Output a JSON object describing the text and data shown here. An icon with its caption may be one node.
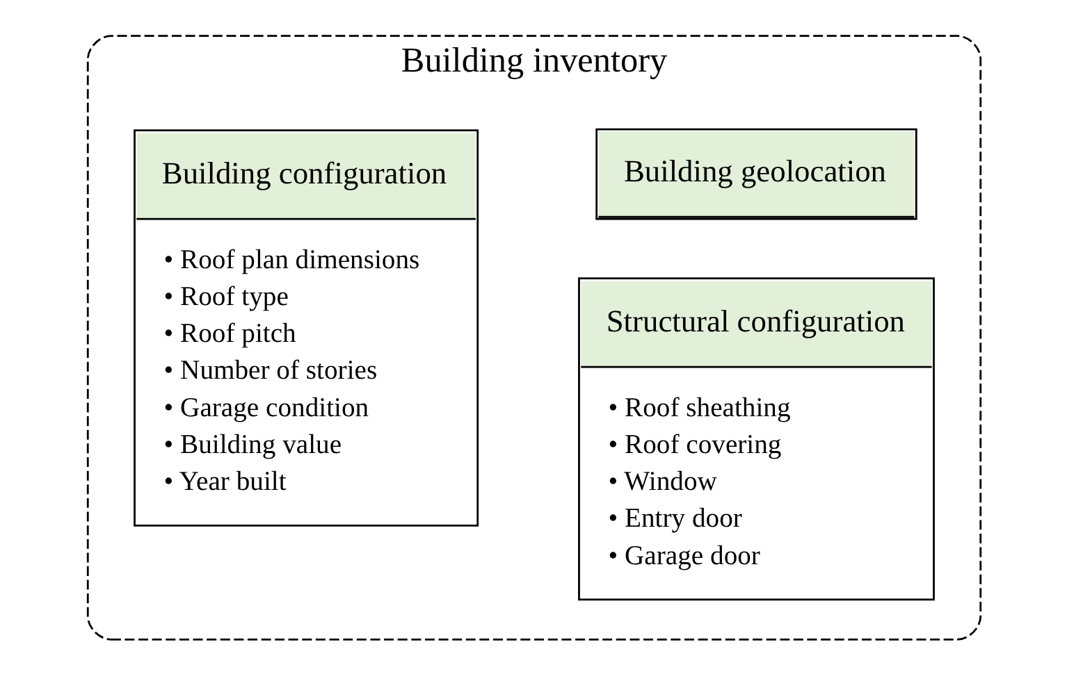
{
  "diagram": {
    "nodes": [
      {
        "text": [
          "Building inventory"
        ]
      },
      {
        "text": [
          "Building configuration",
          "• Roof plan dimensions",
          "• Roof type",
          "• Roof pitch",
          "• Number of stories",
          "• Garage condition",
          "• Building value",
          "• Year built"
        ],
        "in": 0
      },
      {
        "text": [
          "Building geolocation"
        ],
        "in": 0
      },
      {
        "text": [
          "Structural configuration",
          "• Roof sheathing",
          "• Roof covering",
          "• Window",
          "• Entry door",
          "• Garage door"
        ],
        "in": 0
      }
    ],
    "edges": []
  }
}
